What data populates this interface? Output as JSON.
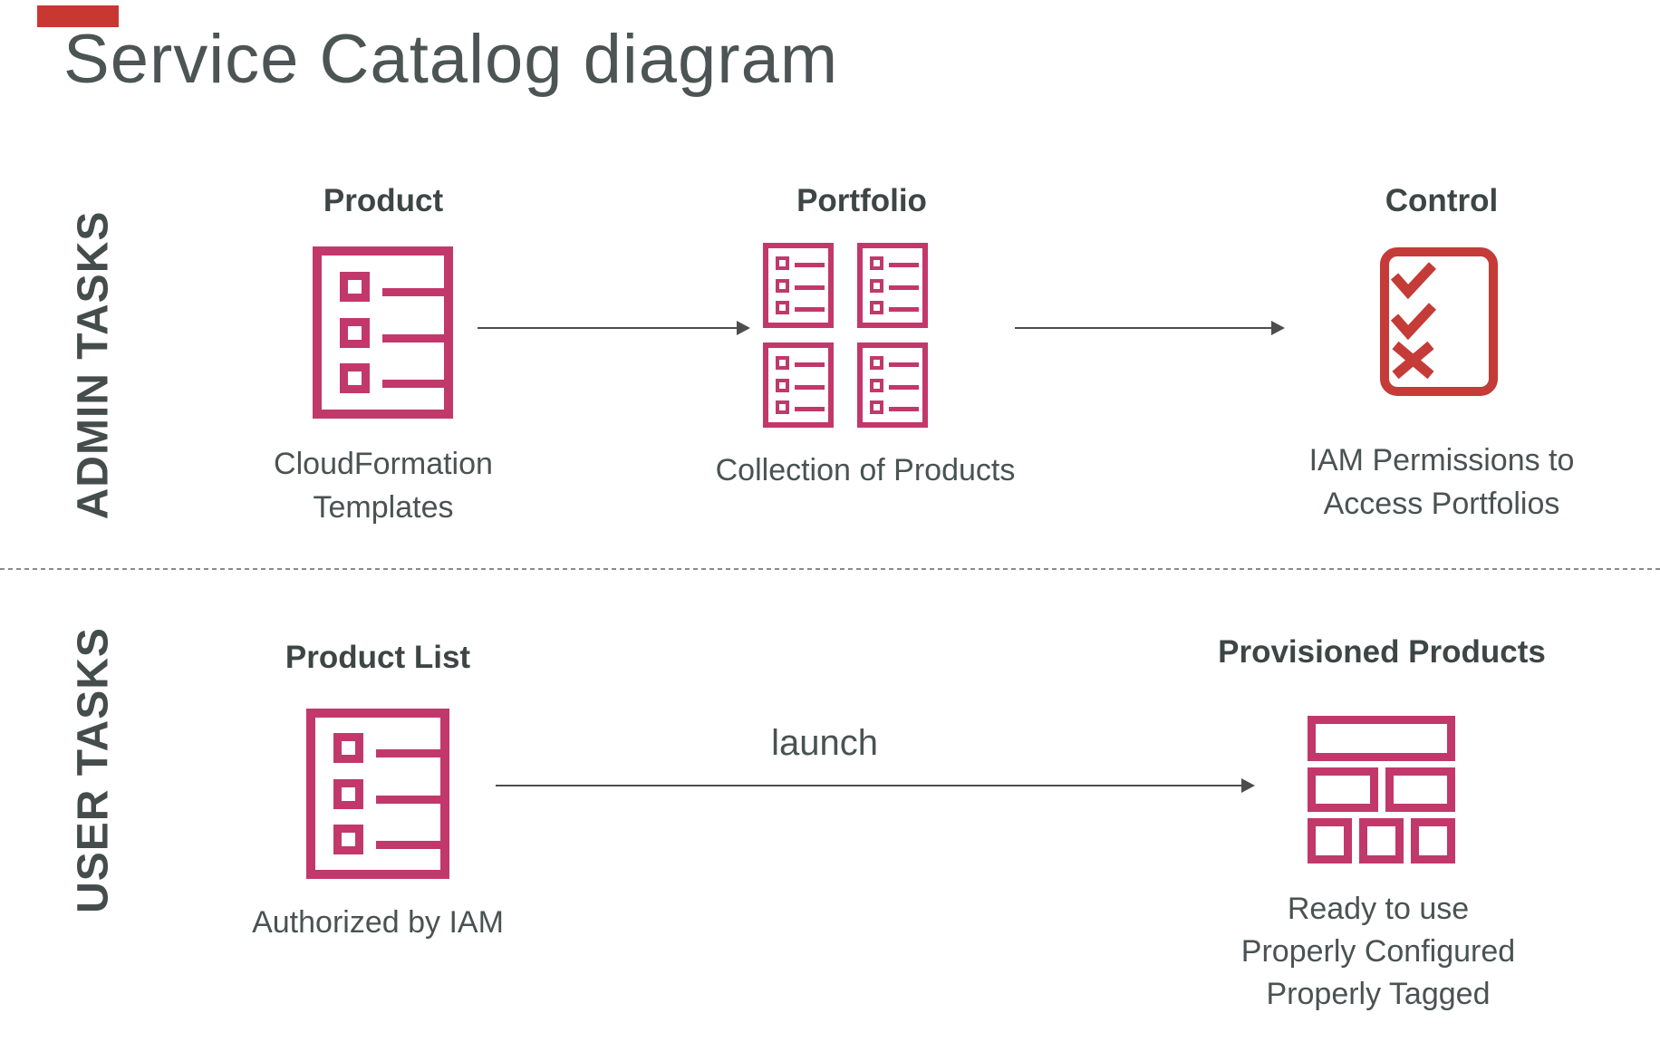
{
  "slide": {
    "title": "Service Catalog diagram"
  },
  "colors": {
    "crimson": "#C2386B",
    "red": "#C43B38",
    "accent_chip_red": "#C93732",
    "heading_text": "#3E4545",
    "body_text": "#4A5252",
    "title_text": "#4C5454",
    "arrow_gray": "#4D4D4D"
  },
  "admin": {
    "row_label": "ADMIN TASKS",
    "product": {
      "heading": "Product",
      "caption": "CloudFormation\nTemplates"
    },
    "portfolio": {
      "heading": "Portfolio",
      "caption": "Collection of Products"
    },
    "control": {
      "heading": "Control",
      "caption": "IAM Permissions to\nAccess Portfolios"
    }
  },
  "user": {
    "row_label": "USER TASKS",
    "launch_label": "launch",
    "product_list": {
      "heading": "Product List",
      "caption": "Authorized by IAM"
    },
    "provisioned": {
      "heading": "Provisioned Products",
      "caption": "Ready to use\nProperly Configured\nProperly Tagged"
    }
  }
}
